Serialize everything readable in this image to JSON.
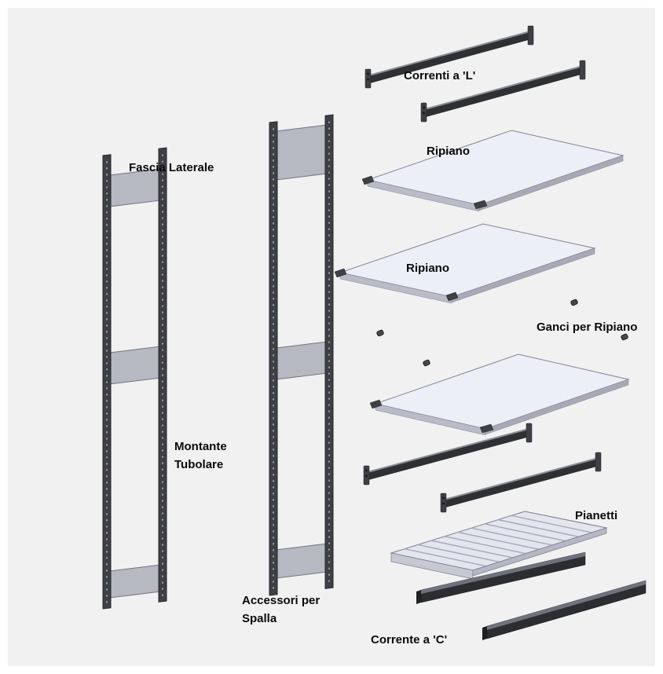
{
  "title": "Exploded shelving components diagram",
  "colors": {
    "background": "#f1f1f2",
    "frame_dark": "#3f4045",
    "panel_gray": "#b6b8c2",
    "shelf_fill": "#eceef8",
    "beam_dark": "#2f3033"
  },
  "labels": {
    "correnti_l": "Correnti a 'L'",
    "ripiano_top": "Ripiano",
    "ripiano_middle": "Ripiano",
    "ganci_per_ripiano": "Ganci per Ripiano",
    "fascia_laterale": "Fascia Laterale",
    "montante_tubolare": "Montante Tubolare",
    "accessori_per_spalla": "Accessori per Spalla",
    "pianetti": "Pianetti",
    "corrente_c": "Corrente a 'C'"
  }
}
